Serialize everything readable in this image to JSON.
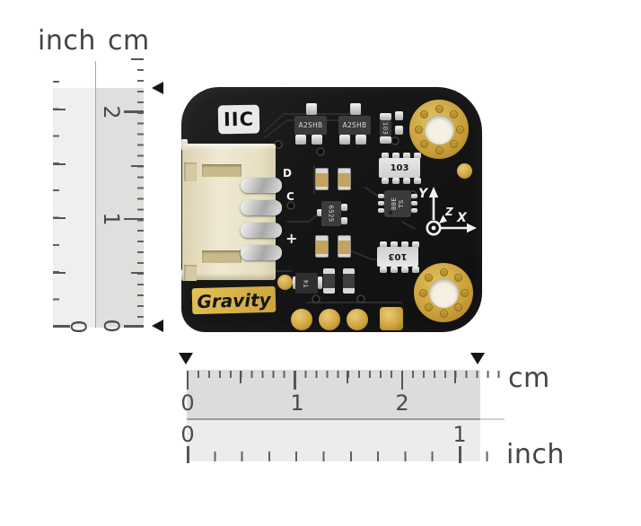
{
  "labels": {
    "top_inch": "inch",
    "top_cm": "cm",
    "bottom_cm": "cm",
    "bottom_inch": "inch"
  },
  "vertical_ruler": {
    "cm_numbers": [
      "2",
      "1",
      "0"
    ],
    "inch_numbers": [
      "0"
    ]
  },
  "horizontal_ruler": {
    "cm_numbers": [
      "0",
      "1",
      "2"
    ],
    "inch_numbers": [
      "0",
      "1"
    ]
  },
  "board": {
    "silkscreen": {
      "interface": "IIC",
      "brand": "Gravity",
      "pin_d": "D",
      "pin_c": "C",
      "plus": "+",
      "axis_x": "X",
      "axis_y": "Y",
      "axis_z": "Z"
    },
    "components": {
      "transistor_1": "A2SHB",
      "transistor_2": "A2SHB",
      "cap_103_vertical": "103",
      "resnet_top": "103",
      "resnet_bottom": "103",
      "ic_regulator": "6525",
      "sensor_line_1": "88E",
      "sensor_line_2": "TS",
      "diode": "T4"
    },
    "colors": {
      "pcb_black": "#161616",
      "gold": "#c79f3c",
      "silkscreen_white": "#f1f1f1",
      "connector_cream": "#ece3c6",
      "gravity_label_gold": "#d4ad45"
    }
  }
}
